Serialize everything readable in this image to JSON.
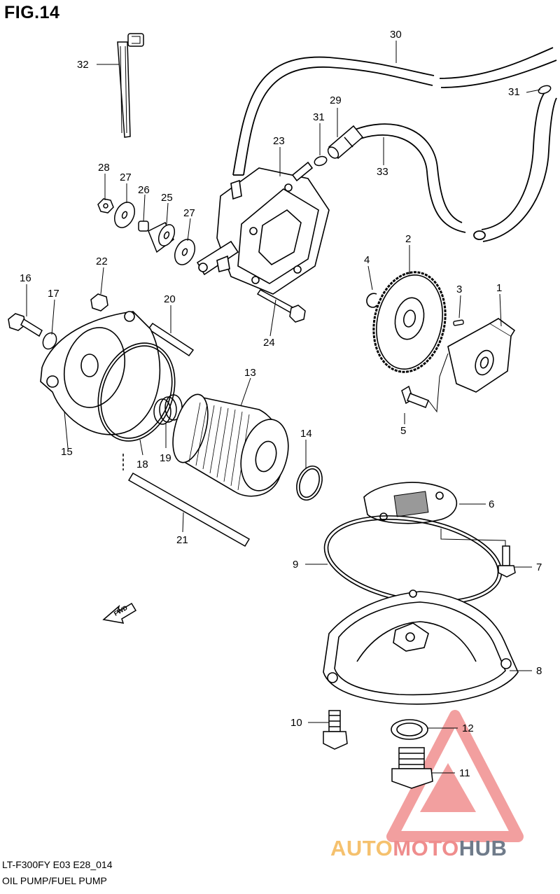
{
  "figure": {
    "title": "FIG.14",
    "code": "LT-F300FY E03 E28_014",
    "name": "OIL PUMP/FUEL PUMP",
    "fwd_label": "FWD"
  },
  "watermark": {
    "part1": "AUTO",
    "part2": "MOTO",
    "part3": "HUB",
    "colors": {
      "auto": "#f5c16e",
      "moto": "#ef8d8d",
      "hub": "#6f7b8a",
      "logo": "#ee7f7f"
    }
  },
  "callouts": {
    "c1": "1",
    "c2": "2",
    "c3": "3",
    "c4": "4",
    "c5": "5",
    "c6": "6",
    "c7": "7",
    "c8": "8",
    "c9": "9",
    "c10": "10",
    "c11": "11",
    "c12": "12",
    "c13": "13",
    "c14": "14",
    "c15": "15",
    "c16": "16",
    "c17": "17",
    "c18": "18",
    "c19": "19",
    "c20": "20",
    "c21": "21",
    "c22": "22",
    "c23": "23",
    "c24": "24",
    "c25": "25",
    "c26": "26",
    "c27a": "27",
    "c27b": "27",
    "c28": "28",
    "c29": "29",
    "c30": "30",
    "c31a": "31",
    "c31b": "31",
    "c32": "32",
    "c33": "33"
  }
}
